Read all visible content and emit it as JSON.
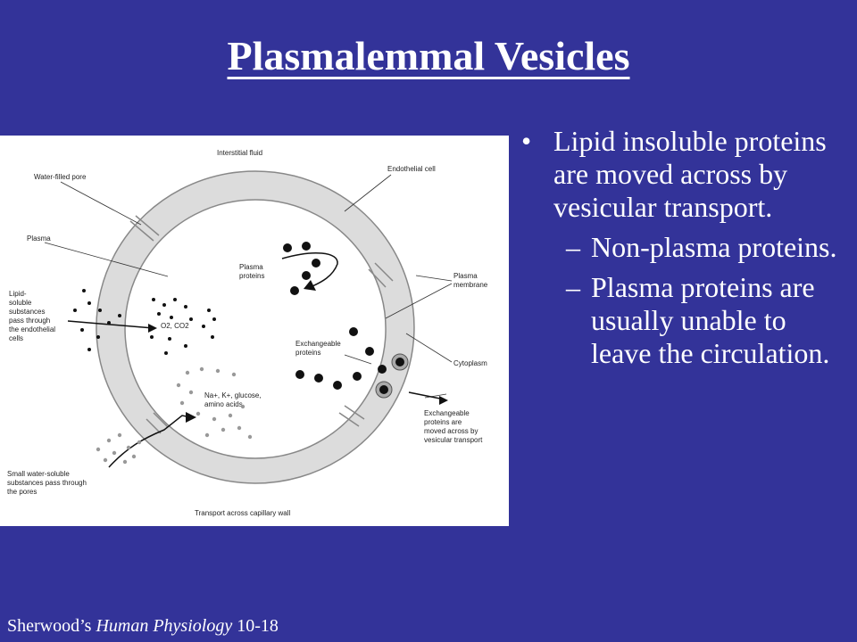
{
  "slide": {
    "title": "Plasmalemmal Vesicles",
    "footer_prefix": "Sherwood’s ",
    "footer_italic": "Human Physiology",
    "footer_suffix": " 10-18"
  },
  "bullets": {
    "main": "Lipid insoluble proteins are moved across by vesicular transport.",
    "subs": [
      "Non-plasma proteins.",
      "Plasma proteins are usually unable to leave the circulation."
    ],
    "bullet_glyph": "•",
    "dash_glyph": "–"
  },
  "diagram": {
    "labels": {
      "interstitial_fluid": "Interstitial fluid",
      "water_filled_pore": "Water-filled pore",
      "endothelial_cell": "Endothelial cell",
      "plasma": "Plasma",
      "plasma_proteins": [
        "Plasma",
        "proteins"
      ],
      "plasma_membrane": [
        "Plasma",
        "membrane"
      ],
      "lipid_soluble": [
        "Lipid-",
        "soluble",
        "substances",
        "pass through",
        "the endothelial",
        "cells"
      ],
      "o2_co2": "O2, CO2",
      "exchangeable_proteins": [
        "Exchangeable",
        "proteins"
      ],
      "cytoplasm": "Cytoplasm",
      "na_k": [
        "Na+, K+, glucose,",
        "amino acids"
      ],
      "exchangeable_moved": [
        "Exchangeable",
        "proteins are",
        "moved across by",
        "vesicular transport"
      ],
      "small_water_soluble": [
        "Small water-soluble",
        "substances pass through",
        "the pores"
      ],
      "caption": "Transport across capillary wall"
    }
  },
  "colors": {
    "background": "#333399",
    "wall_fill": "#dcdcdc",
    "wall_stroke": "#888888"
  }
}
